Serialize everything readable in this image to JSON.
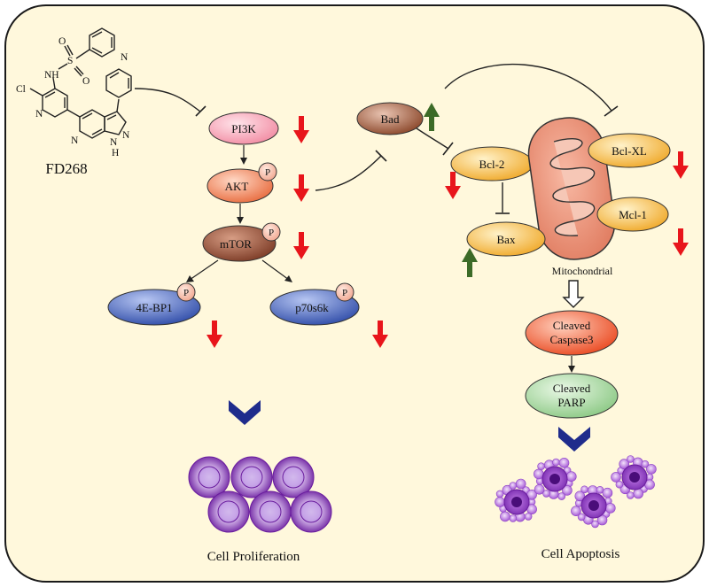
{
  "drug": {
    "name": "FD268",
    "atoms": {
      "cl": "Cl",
      "n_ring1": "N",
      "nh": "NH",
      "s": "S",
      "o1": "O",
      "o2": "O",
      "n_ring2": "N",
      "n_pz": "N",
      "n_pz2": "N",
      "h": "H",
      "n_pyr": "N"
    }
  },
  "nodes": {
    "pi3k": "PI3K",
    "akt": "AKT",
    "mtor": "mTOR",
    "ebp1": "4E-BP1",
    "p70s6k": "p70s6k",
    "bad": "Bad",
    "bcl2": "Bcl-2",
    "bax": "Bax",
    "bclxl": "Bcl-XL",
    "mcl1": "Mcl-1",
    "caspase": [
      "Cleaved",
      "Caspase3"
    ],
    "parp": [
      "Cleaved",
      "PARP"
    ]
  },
  "phospho_label": "P",
  "mito_label": "Mitochondrial",
  "outcomes": {
    "proliferation": "Cell Proliferation",
    "apoptosis": "Cell Apoptosis"
  },
  "colors": {
    "panel_bg": "#fff8dc",
    "pi3k": "#f8a9b9",
    "akt": "#f0855f",
    "mtor": "#8b4a32",
    "ebp1": "#3f5fbf",
    "bad": "#a0583a",
    "bcl": "#f5b841",
    "mito": "#e88a70",
    "caspase": "#f0552e",
    "parp": "#9fd49a",
    "arrow_down": "#e8151b",
    "arrow_up": "#3c6b27",
    "chevron": "#1f2c8c",
    "cell": "#9e4fd1"
  }
}
